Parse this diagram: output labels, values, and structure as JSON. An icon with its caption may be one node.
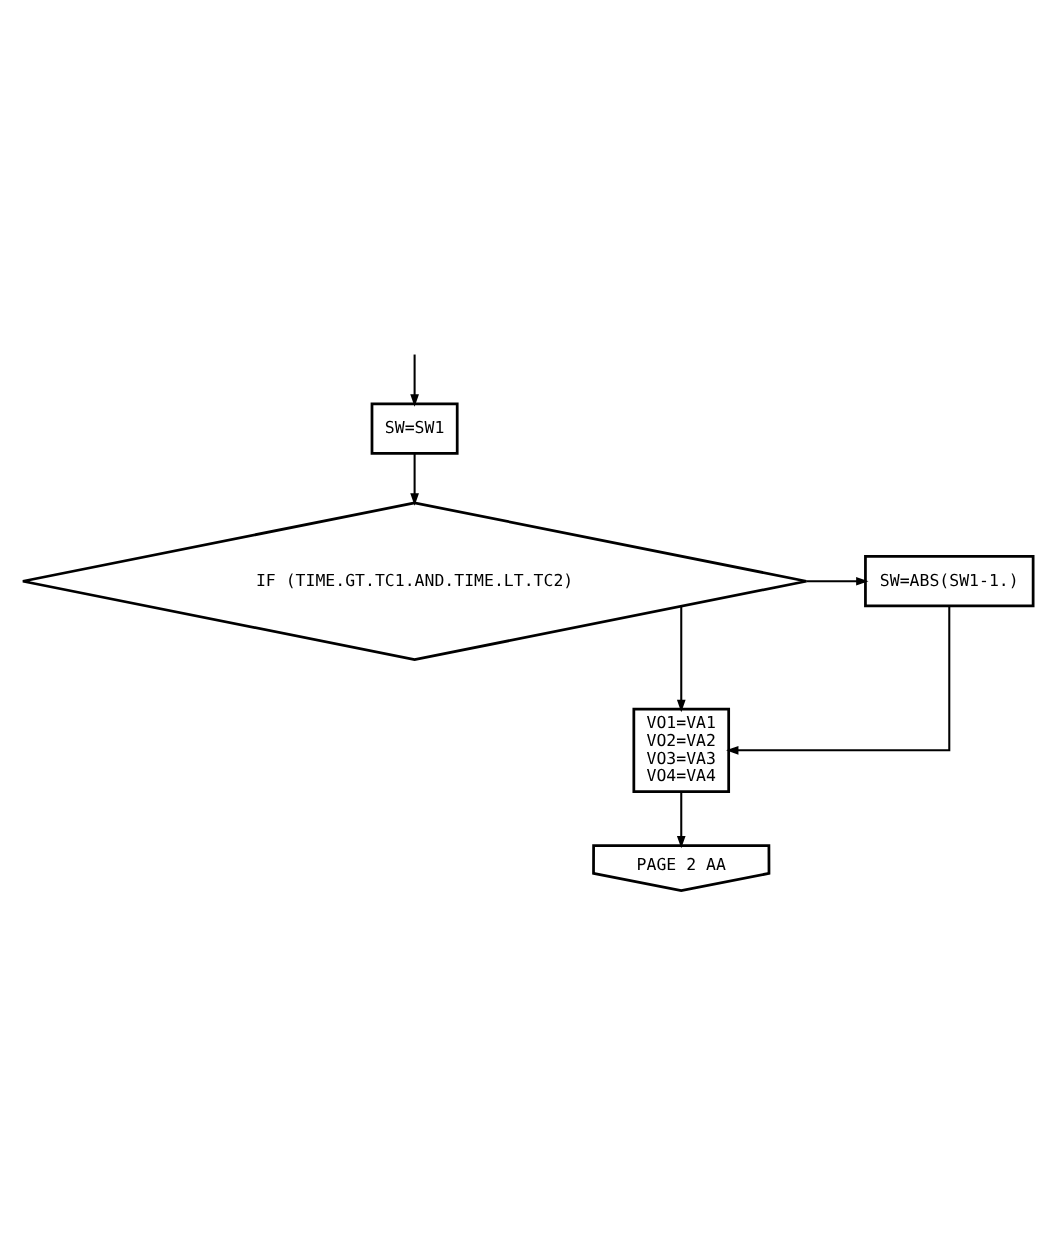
{
  "diagram": {
    "nodes": [
      {
        "text": [
          "SW=SW1"
        ]
      },
      {
        "text": [
          "IF (TIME.GT.TC1.AND.TIME.LT.TC2)"
        ]
      },
      {
        "text": [
          "SW=ABS(SW1-1.)"
        ]
      },
      {
        "text": [
          "VO1=VA1 VO2=VA2 VO3=VA3 VO4=VA4"
        ]
      },
      {
        "text": [
          "PAGE 2 AA"
        ]
      }
    ],
    "edges": [
      {
        "from": null,
        "to": 0,
        "arrow": "to"
      },
      {
        "from": 0,
        "to": 1,
        "arrow": "to"
      },
      {
        "from": 1,
        "to": 2,
        "arrow": "to"
      },
      {
        "from": 1,
        "to": 3,
        "arrow": "to"
      },
      {
        "from": 2,
        "to": 3,
        "arrow": "to"
      },
      {
        "from": 3,
        "to": 4,
        "arrow": "to"
      }
    ]
  }
}
